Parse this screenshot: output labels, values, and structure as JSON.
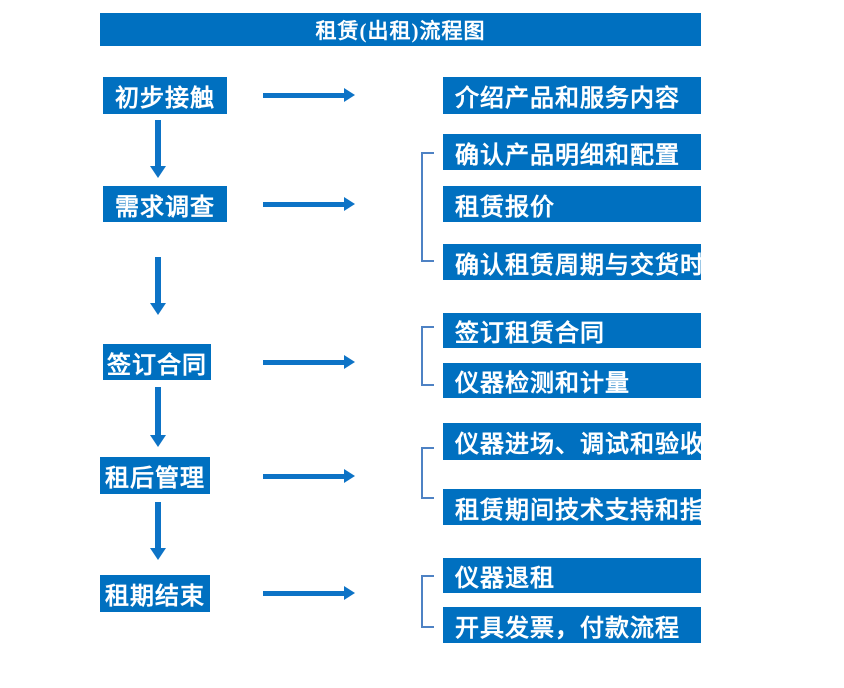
{
  "title": "租赁(出租)流程图",
  "colors": {
    "box_fill": "#0070c0",
    "arrow": "#0d73c6",
    "bracket": "#4e82c4",
    "text": "#ffffff",
    "background": "#ffffff"
  },
  "steps": [
    {
      "label": "初步接触",
      "details": [
        "介绍产品和服务内容"
      ]
    },
    {
      "label": "需求调查",
      "details": [
        "确认产品明细和配置",
        "租赁报价",
        "确认租赁周期与交货时间"
      ]
    },
    {
      "label": "签订合同",
      "details": [
        "签订租赁合同",
        "仪器检测和计量"
      ]
    },
    {
      "label": "租后管理",
      "details": [
        "仪器进场、调试和验收",
        "租赁期间技术支持和指导"
      ]
    },
    {
      "label": "租期结束",
      "details": [
        "仪器退租",
        "开具发票，付款流程"
      ]
    }
  ]
}
